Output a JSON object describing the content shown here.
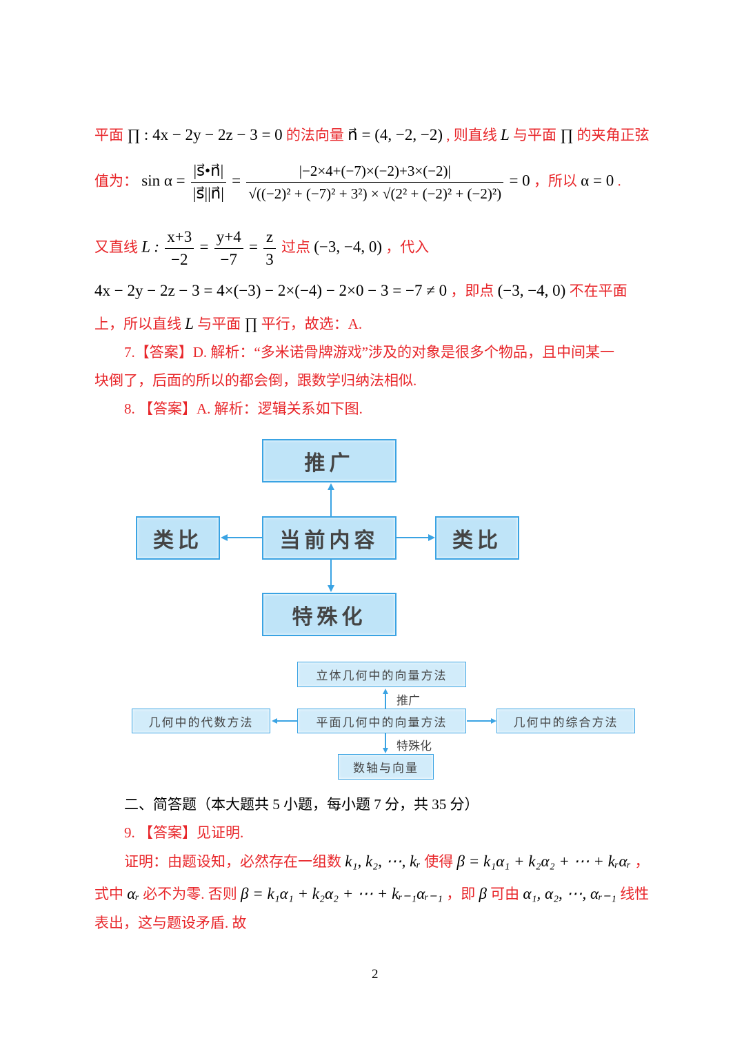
{
  "lines": {
    "l1": [
      "平面",
      "∏ : 4x − 2y − 2z − 3 = 0",
      "的法向量",
      "n⃗ = (4, −2, −2)",
      ", 则直线",
      "L",
      "与平面",
      "∏",
      "的夹角正弦"
    ],
    "l2": [
      "值为：",
      "sin α =",
      "|s⃗•n⃗|",
      "|s⃗||n⃗|",
      "=",
      "|−2×4+(−7)×(−2)+3×(−2)|",
      "√((−2)² + (−7)² + 3²) × √(2² + (−2)² + (−2)²)",
      "= 0",
      "，所以",
      "α = 0",
      "."
    ],
    "l3": [
      "又直线",
      "L :",
      "x+3",
      "−2",
      "=",
      "y+4",
      "−7",
      "=",
      "z",
      "3",
      "过点",
      "(−3, −4, 0)",
      "，代入"
    ],
    "l4": [
      "4x − 2y − 2z − 3 = 4×(−3) − 2×(−4) − 2×0 − 3 = −7 ≠ 0",
      "，即点",
      "(−3, −4, 0)",
      "不在平面"
    ],
    "l5": [
      "上，所以直线",
      "L",
      "与平面",
      "∏",
      "平行，故选：A."
    ],
    "l6": "7.【答案】D.  解析：“多米诺骨牌游戏”涉及的对象是很多个物品，且中间某一",
    "l7": "块倒了，后面的所以的都会倒，跟数学归纳法相似.",
    "l8": "8.  【答案】A.  解析：逻辑关系如下图.",
    "l9": "二、简答题（本大题共 5 小题，每小题 7 分，共 35 分）",
    "l10": "9.  【答案】见证明.",
    "l11": [
      "证明：由题设知，必然存在一组数",
      "k₁, k₂, ⋯, kᵣ",
      "使得",
      "β = k₁α₁ + k₂α₂ + ⋯ + kᵣαᵣ",
      "，"
    ],
    "l12": [
      "式中",
      "αᵣ",
      "必不为零.  否则",
      "β = k₁α₁ + k₂α₂ + ⋯ + kᵣ₋₁αᵣ₋₁",
      "，即",
      "β",
      "可由",
      "α₁, α₂, ⋯, αᵣ₋₁",
      "线性"
    ],
    "l13": "表出，这与题设矛盾.  故"
  },
  "diagram1": {
    "top": "推广",
    "left": "类比",
    "center": "当前内容",
    "right": "类比",
    "bottom": "特殊化"
  },
  "diagram2": {
    "top": "立体几何中的向量方法",
    "top_label": "推广",
    "left": "几何中的代数方法",
    "center": "平面几何中的向量方法",
    "right": "几何中的综合方法",
    "bottom_label": "特殊化",
    "bottom": "数轴与向量"
  },
  "page_number": "2",
  "colors": {
    "answer_text": "#e8262a",
    "box_fill": "#bfe4f8",
    "box_border": "#3aa3e3"
  }
}
